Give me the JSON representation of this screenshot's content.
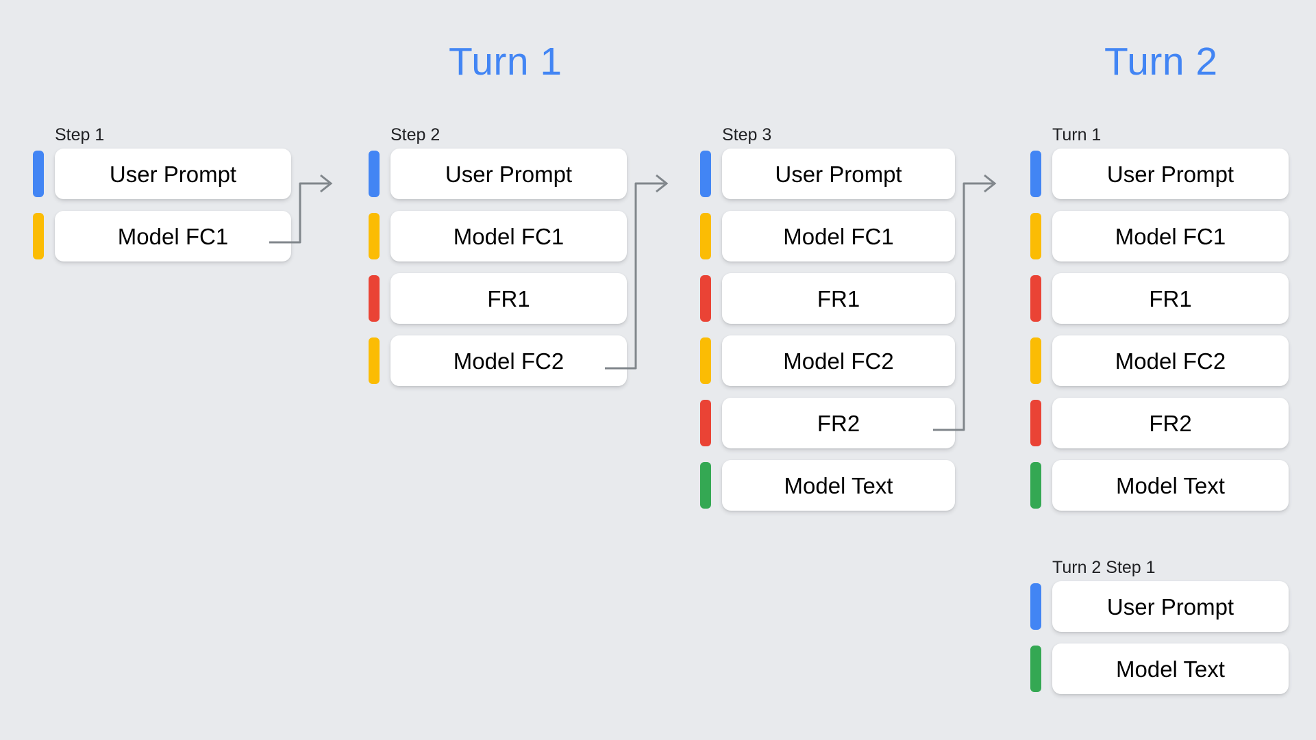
{
  "background_color": "#E8EAED",
  "palette": {
    "blue": "#4285F4",
    "yellow": "#FBBC04",
    "red": "#EA4335",
    "green": "#34A853",
    "connector_gray": "#80868B",
    "card_bg": "#FFFFFF",
    "text": "#202124"
  },
  "headers": [
    {
      "id": "turn-1",
      "label": "Turn 1",
      "color": "#4285F4"
    },
    {
      "id": "turn-2",
      "label": "Turn 2",
      "color": "#4285F4"
    }
  ],
  "columns": [
    {
      "id": "step1",
      "label": "Step 1",
      "rows": [
        {
          "label": "User Prompt",
          "color": "blue"
        },
        {
          "label": "Model FC1",
          "color": "yellow"
        }
      ]
    },
    {
      "id": "step2",
      "label": "Step 2",
      "rows": [
        {
          "label": "User Prompt",
          "color": "blue"
        },
        {
          "label": "Model FC1",
          "color": "yellow"
        },
        {
          "label": "FR1",
          "color": "red"
        },
        {
          "label": "Model FC2",
          "color": "yellow"
        }
      ]
    },
    {
      "id": "step3",
      "label": "Step 3",
      "rows": [
        {
          "label": "User Prompt",
          "color": "blue"
        },
        {
          "label": "Model FC1",
          "color": "yellow"
        },
        {
          "label": "FR1",
          "color": "red"
        },
        {
          "label": "Model FC2",
          "color": "yellow"
        },
        {
          "label": "FR2",
          "color": "red"
        },
        {
          "label": "Model Text",
          "color": "green"
        }
      ]
    },
    {
      "id": "turn1b",
      "label": "Turn 1",
      "rows": [
        {
          "label": "User Prompt",
          "color": "blue"
        },
        {
          "label": "Model FC1",
          "color": "yellow"
        },
        {
          "label": "FR1",
          "color": "red"
        },
        {
          "label": "Model FC2",
          "color": "yellow"
        },
        {
          "label": "FR2",
          "color": "red"
        },
        {
          "label": "Model Text",
          "color": "green"
        }
      ]
    },
    {
      "id": "turn2step1",
      "label": "Turn 2 Step 1",
      "rows": [
        {
          "label": "User Prompt",
          "color": "blue"
        },
        {
          "label": "Model Text",
          "color": "green"
        }
      ]
    }
  ],
  "connectors": [
    {
      "id": "step1-to-step2",
      "from": "Model FC1",
      "to": "Step 2"
    },
    {
      "id": "step2-to-step3",
      "from": "Model FC2",
      "to": "Step 3"
    },
    {
      "id": "step3-to-turn1b",
      "from": "FR2",
      "to": "Turn 1"
    }
  ]
}
